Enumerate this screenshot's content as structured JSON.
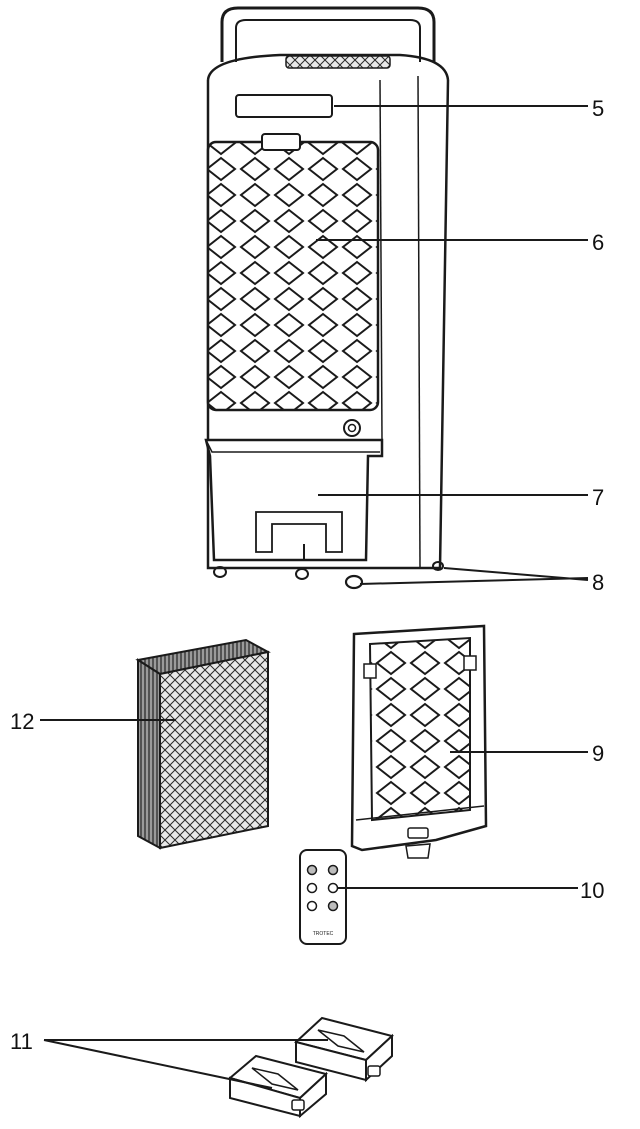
{
  "callouts": {
    "c5": "5",
    "c6": "6",
    "c7": "7",
    "c8": "8",
    "c9": "9",
    "c10": "10",
    "c11": "11",
    "c12": "12"
  },
  "remote_brand": "TROTEC",
  "colors": {
    "line": "#1a1a1a",
    "mesh_fill": "#b9b9b9",
    "body_fill": "#ffffff"
  }
}
